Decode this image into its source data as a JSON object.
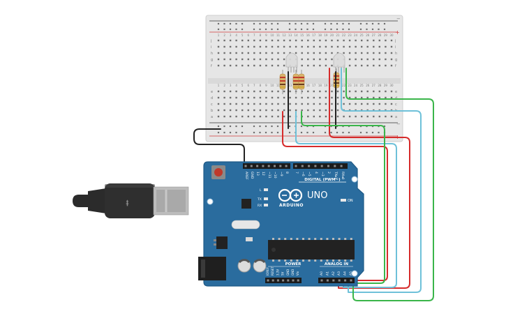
{
  "board": {
    "name": "UNO",
    "brand": "ARDUINO",
    "digital_header": "DIGITAL (PWM~)",
    "analog_header": "ANALOG IN",
    "power_header": "POWER",
    "on_label": "ON",
    "led_l": "L",
    "led_tx": "TX",
    "led_rx": "RX",
    "top_pins": [
      "AREF",
      "GND",
      "13",
      "12",
      "~11",
      "~10",
      "~9",
      "8",
      "7",
      "~6",
      "~5",
      "4",
      "~3",
      "2",
      "TX▸1",
      "RX◂0"
    ],
    "power_pins": [
      "IOREF",
      "RESET",
      "3.3V",
      "5V",
      "GND",
      "GND",
      "Vin"
    ],
    "analog_pins": [
      "A0",
      "A1",
      "A2",
      "A3",
      "A4",
      "A5"
    ],
    "colors": {
      "pcb": "#2a6c9e",
      "pcb_edge": "#1f5a86",
      "header": "#1b1b1b",
      "chip": "#222222",
      "button": "#c0392b"
    }
  },
  "breadboard": {
    "rail_plus": "+",
    "rail_minus": "−",
    "rows_top": [
      "j",
      "i",
      "h",
      "g",
      "f"
    ],
    "rows_bottom": [
      "e",
      "d",
      "c",
      "b",
      "a"
    ],
    "col_numbers": [
      "1",
      "2",
      "3",
      "4",
      "5",
      "6",
      "7",
      "8",
      "9",
      "10",
      "11",
      "12",
      "13",
      "14",
      "15",
      "16",
      "17",
      "18",
      "19",
      "20",
      "21",
      "22",
      "23",
      "24",
      "25",
      "26",
      "27",
      "28",
      "29",
      "30"
    ],
    "colors": {
      "body": "#e6e6e6",
      "rail_red": "#d23b3b",
      "rail_black": "#333333"
    }
  },
  "wires": {
    "colors": {
      "red": "#d62b2b",
      "black": "#222222",
      "green": "#3ab54a",
      "blue": "#6ec1d9"
    }
  },
  "cable": {
    "colors": {
      "plug": "#2b2b2b",
      "connector": "#a9a9a9"
    }
  }
}
